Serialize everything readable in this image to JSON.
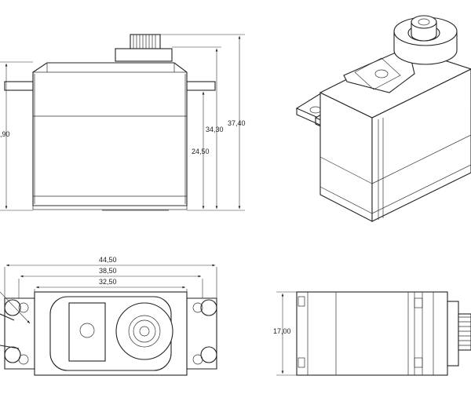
{
  "dimensions": {
    "front_partial_height": ",90",
    "front_height_with_flange": "34,30",
    "front_total_height": "37,40",
    "front_body_height": "24,50",
    "top_overall_length": "44,50",
    "top_mount_hole_spacing": "38,50",
    "top_body_length": "32,50",
    "side_width": "17,00"
  }
}
